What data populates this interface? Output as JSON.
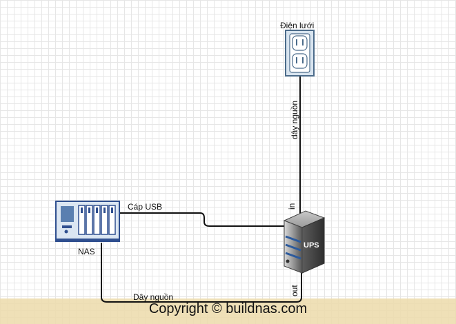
{
  "labels": {
    "power_grid": "Điện lưới",
    "power_cord_top": "dây nguồn",
    "usb_cable": "Cáp USB",
    "nas": "NAS",
    "in_port": "in",
    "ups": "UPS",
    "out_port": "out",
    "power_cord_bottom": "Dây nguồn"
  },
  "footer": {
    "copyright": "Copyright © buildnas.com"
  }
}
